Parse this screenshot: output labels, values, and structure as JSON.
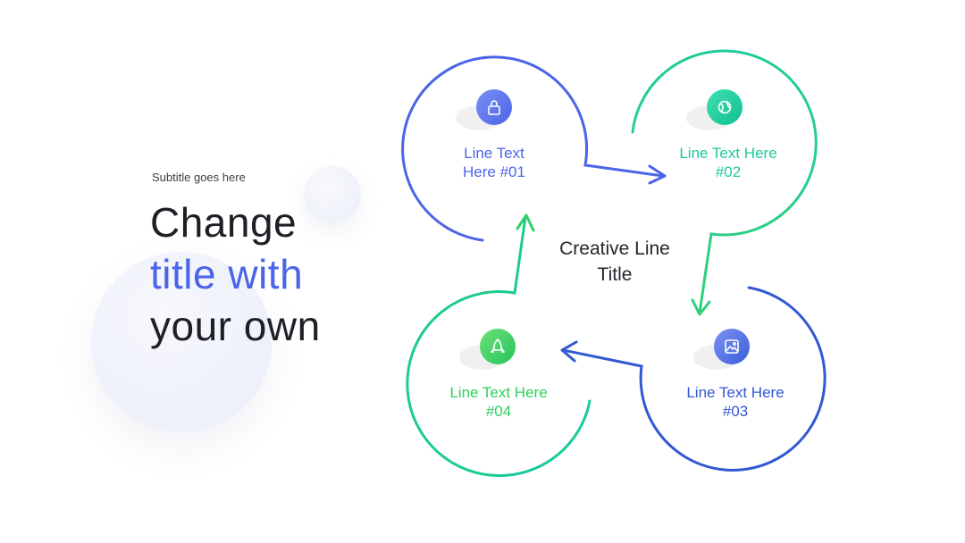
{
  "slide": {
    "subtitle": "Subtitle goes here",
    "title_line1": "Change",
    "title_line2": "title with",
    "title_line3": "your own"
  },
  "diagram": {
    "center_title_line1": "Creative Line",
    "center_title_line2": "Title",
    "nodes": [
      {
        "line1": "Line Text",
        "line2": "Here #01",
        "color": "#4b64e8",
        "icon": "lock-icon"
      },
      {
        "line1": "Line Text Here",
        "line2": "#02",
        "color": "#1ec99a",
        "icon": "globe-icon"
      },
      {
        "line1": "Line Text Here",
        "line2": "#03",
        "color": "#3358d4",
        "icon": "image-icon"
      },
      {
        "line1": "Line Text Here",
        "line2": "#04",
        "color": "#2fcf5c",
        "icon": "rocket-icon"
      }
    ]
  },
  "colors": {
    "accent_blue": "#4b64e8",
    "dark_blue": "#3358d4",
    "teal": "#1ec99a",
    "green": "#2fcf5c",
    "text_dark": "#1f1f26"
  }
}
